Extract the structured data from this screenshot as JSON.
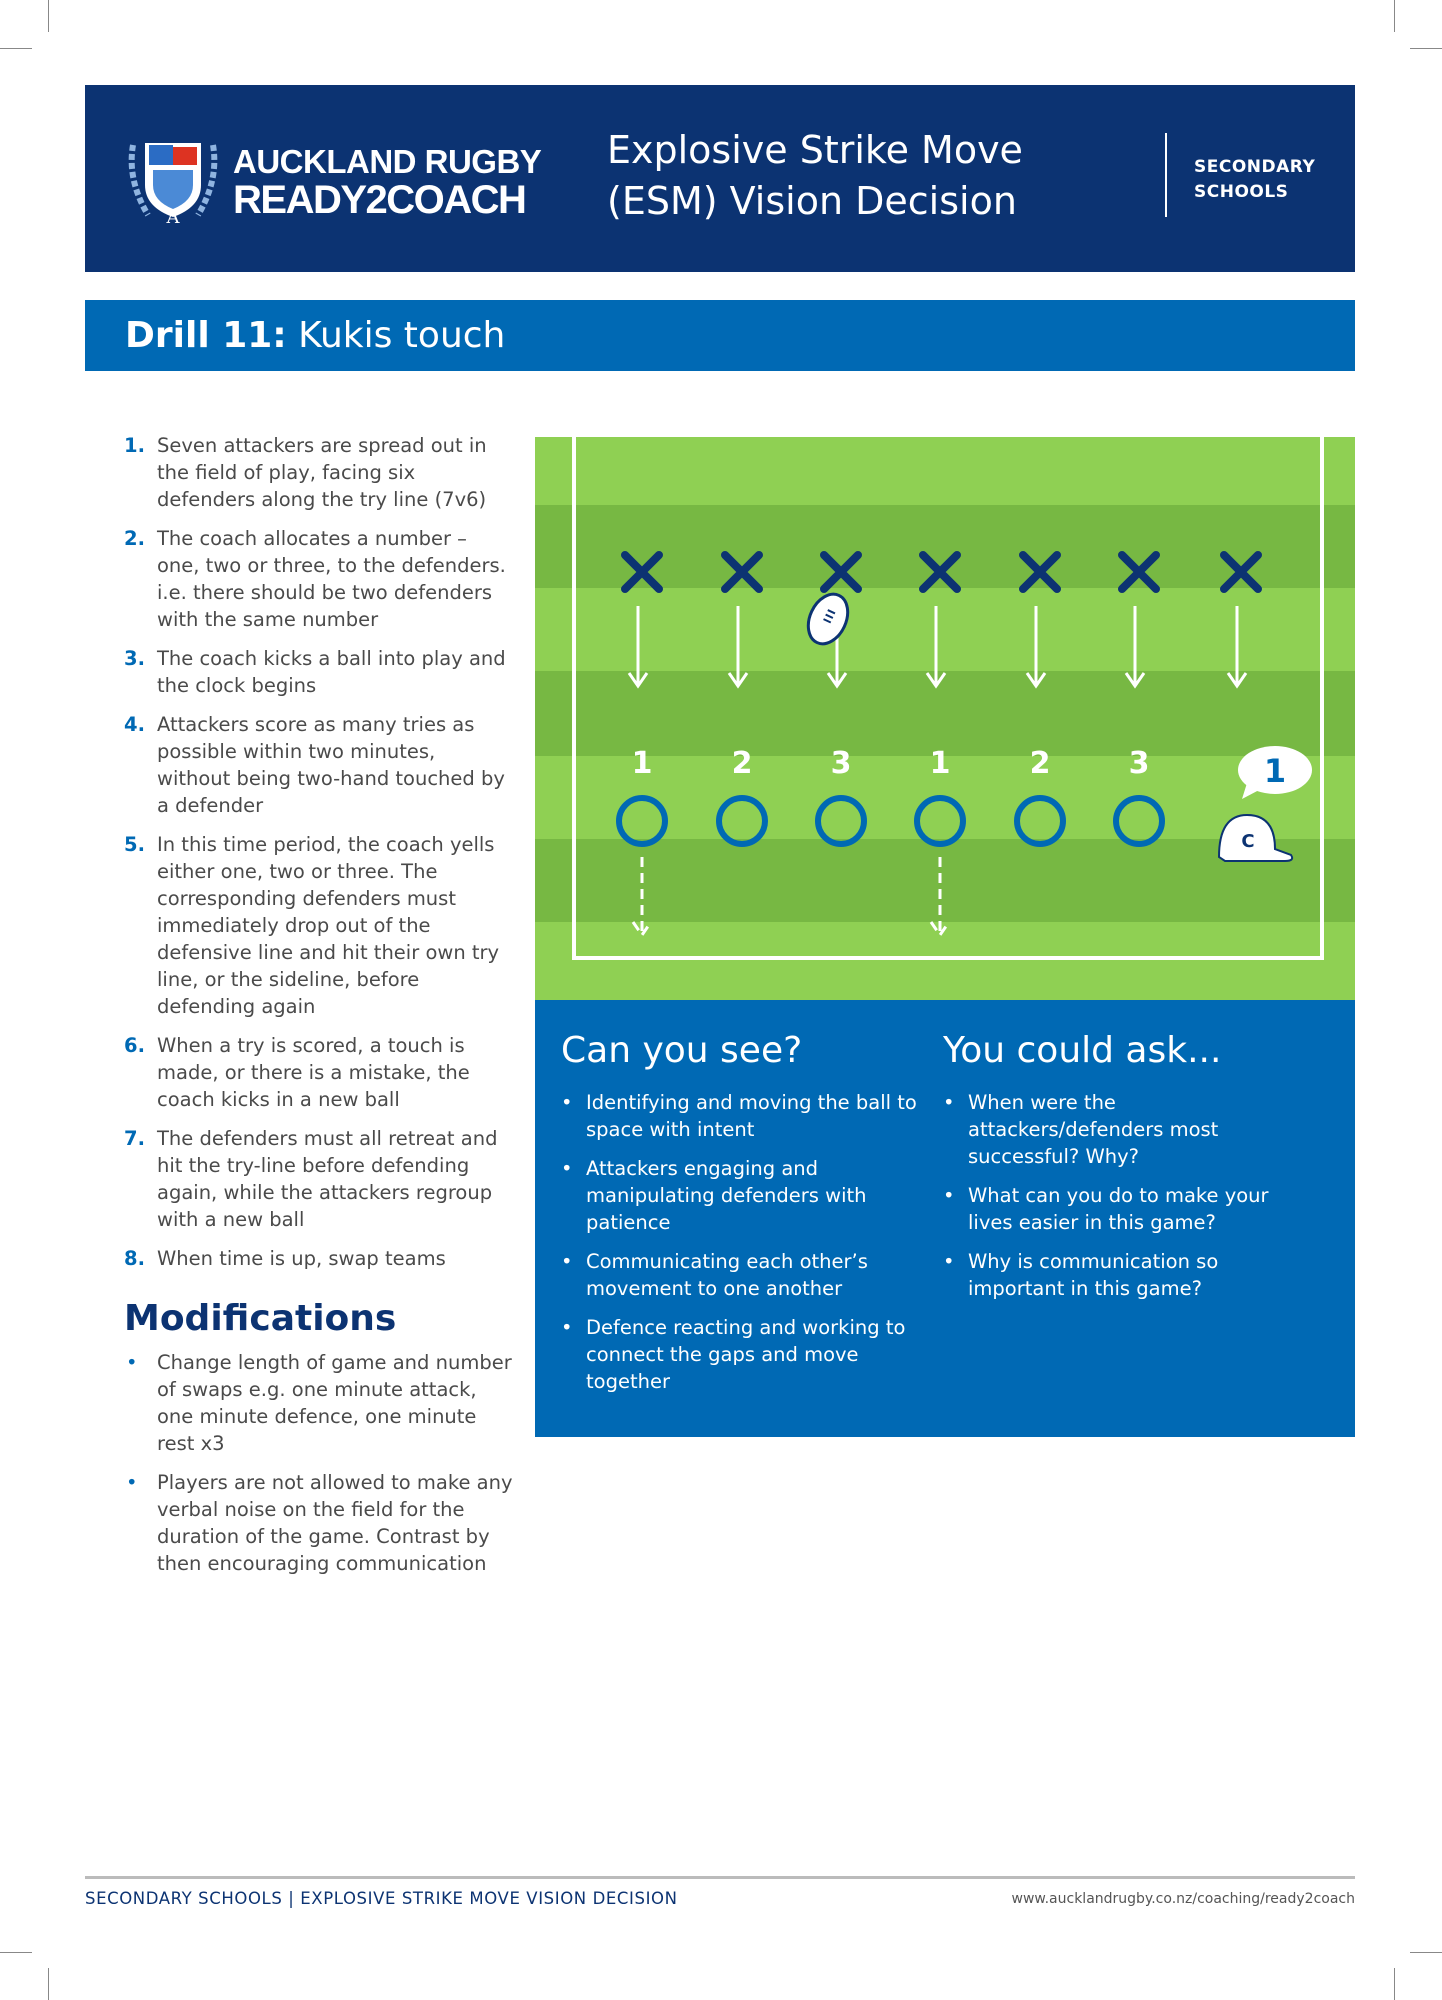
{
  "header": {
    "brand_line1": "AUCKLAND RUGBY",
    "brand_line2": "READY2COACH",
    "title_line1": "Explosive Strike Move",
    "title_line2": "(ESM) Vision Decision",
    "subtitle_line1": "SECONDARY",
    "subtitle_line2": "SCHOOLS"
  },
  "drill": {
    "number": "Drill 11:",
    "name": " Kukis touch"
  },
  "steps": [
    {
      "n": "1.",
      "text": "Seven attackers are spread out in the field of play, facing six defenders along the try line (7v6)"
    },
    {
      "n": "2.",
      "text": "The coach allocates a number – one, two or three, to the defenders. i.e. there should be two defenders with the same number"
    },
    {
      "n": "3.",
      "text": "The coach kicks a ball into play and the clock begins"
    },
    {
      "n": "4.",
      "text": "Attackers score as many tries as possible within two minutes, without being two-hand touched by a defender"
    },
    {
      "n": "5.",
      "text": "In this time period, the coach yells either one, two or three. The corresponding defenders must immediately drop out of the defensive line and hit their own try line, or the sideline, before defending again"
    },
    {
      "n": "6.",
      "text": "When a try is scored, a touch is made, or there is a mistake, the coach kicks in a new ball"
    },
    {
      "n": "7.",
      "text": "The defenders must all retreat and hit the try-line before defending again, while the attackers regroup with a new ball"
    },
    {
      "n": "8.",
      "text": "When time is up, swap teams"
    }
  ],
  "modifications": {
    "heading": "Modifications",
    "items": [
      "Change length of game and number of swaps e.g. one minute attack, one minute defence, one minute rest x3",
      "Players are not allowed to make any verbal noise on the field for the duration of the game. Contrast by then encouraging communication"
    ]
  },
  "diagram": {
    "defender_numbers": [
      "1",
      "2",
      "3",
      "1",
      "2",
      "3"
    ],
    "coach_call": "1",
    "coach_cap_letter": "C"
  },
  "can_you_see": {
    "heading": "Can you see?",
    "items": [
      "Identifying and moving the ball to space with intent",
      "Attackers engaging and manipulating defenders with patience",
      "Communicating each other’s movement to one another",
      "Defence reacting and working to connect the gaps and move together"
    ]
  },
  "you_could_ask": {
    "heading": "You could ask...",
    "items": [
      "When were the attackers/defenders most successful? Why?",
      "What can you do to make your lives easier in this game?",
      "Why is communication so important in this game?"
    ]
  },
  "footer": {
    "left": "SECONDARY SCHOOLS | EXPLOSIVE STRIKE MOVE VISION DECISION",
    "right": "www.aucklandrugby.co.nz/coaching/ready2coach"
  },
  "colors": {
    "navy": "#0c3372",
    "blue": "#0069b4",
    "grass_light": "#8fd053",
    "grass_dark": "#77b843"
  }
}
